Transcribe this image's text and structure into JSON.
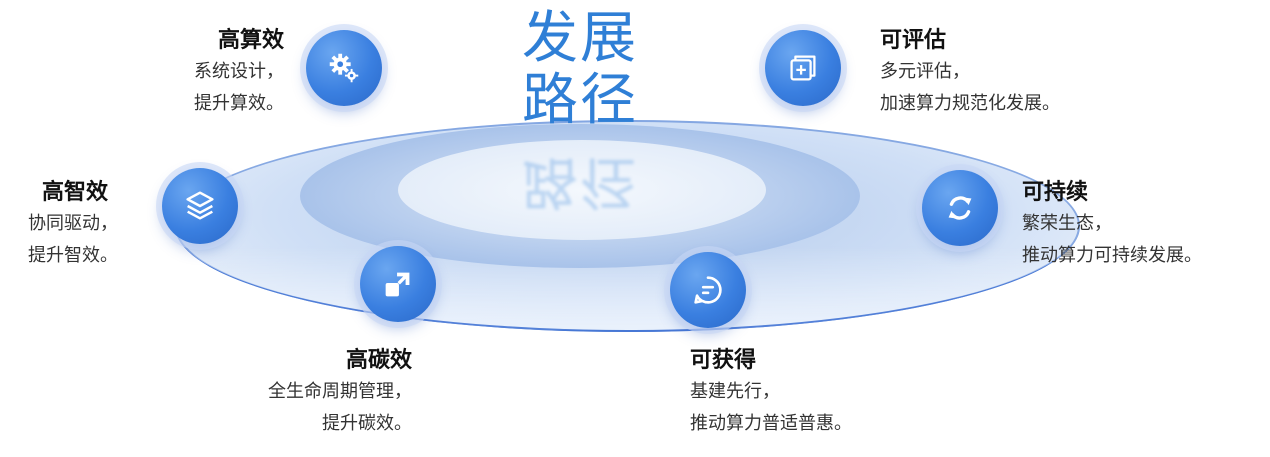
{
  "center": {
    "title_line1": "发展",
    "title_line2": "路径"
  },
  "nodes": {
    "high_compute": {
      "title": "高算效",
      "line1": "系统设计，",
      "line2": "提升算效。",
      "icon": "gears-icon"
    },
    "high_intel": {
      "title": "高智效",
      "line1": "协同驱动，",
      "line2": "提升智效。",
      "icon": "layers-icon"
    },
    "high_carbon": {
      "title": "高碳效",
      "line1": "全生命周期管理，",
      "line2": "提升碳效。",
      "icon": "expand-arrow-icon"
    },
    "evaluable": {
      "title": "可评估",
      "line1": "多元评估，",
      "line2": "加速算力规范化发展。",
      "icon": "add-square-icon"
    },
    "sustainable": {
      "title": "可持续",
      "line1": "繁荣生态，",
      "line2": "推动算力可持续发展。",
      "icon": "refresh-icon"
    },
    "obtainable": {
      "title": "可获得",
      "line1": "基建先行，",
      "line2": "推动算力普适普惠。",
      "icon": "chat-bubble-icon"
    }
  }
}
